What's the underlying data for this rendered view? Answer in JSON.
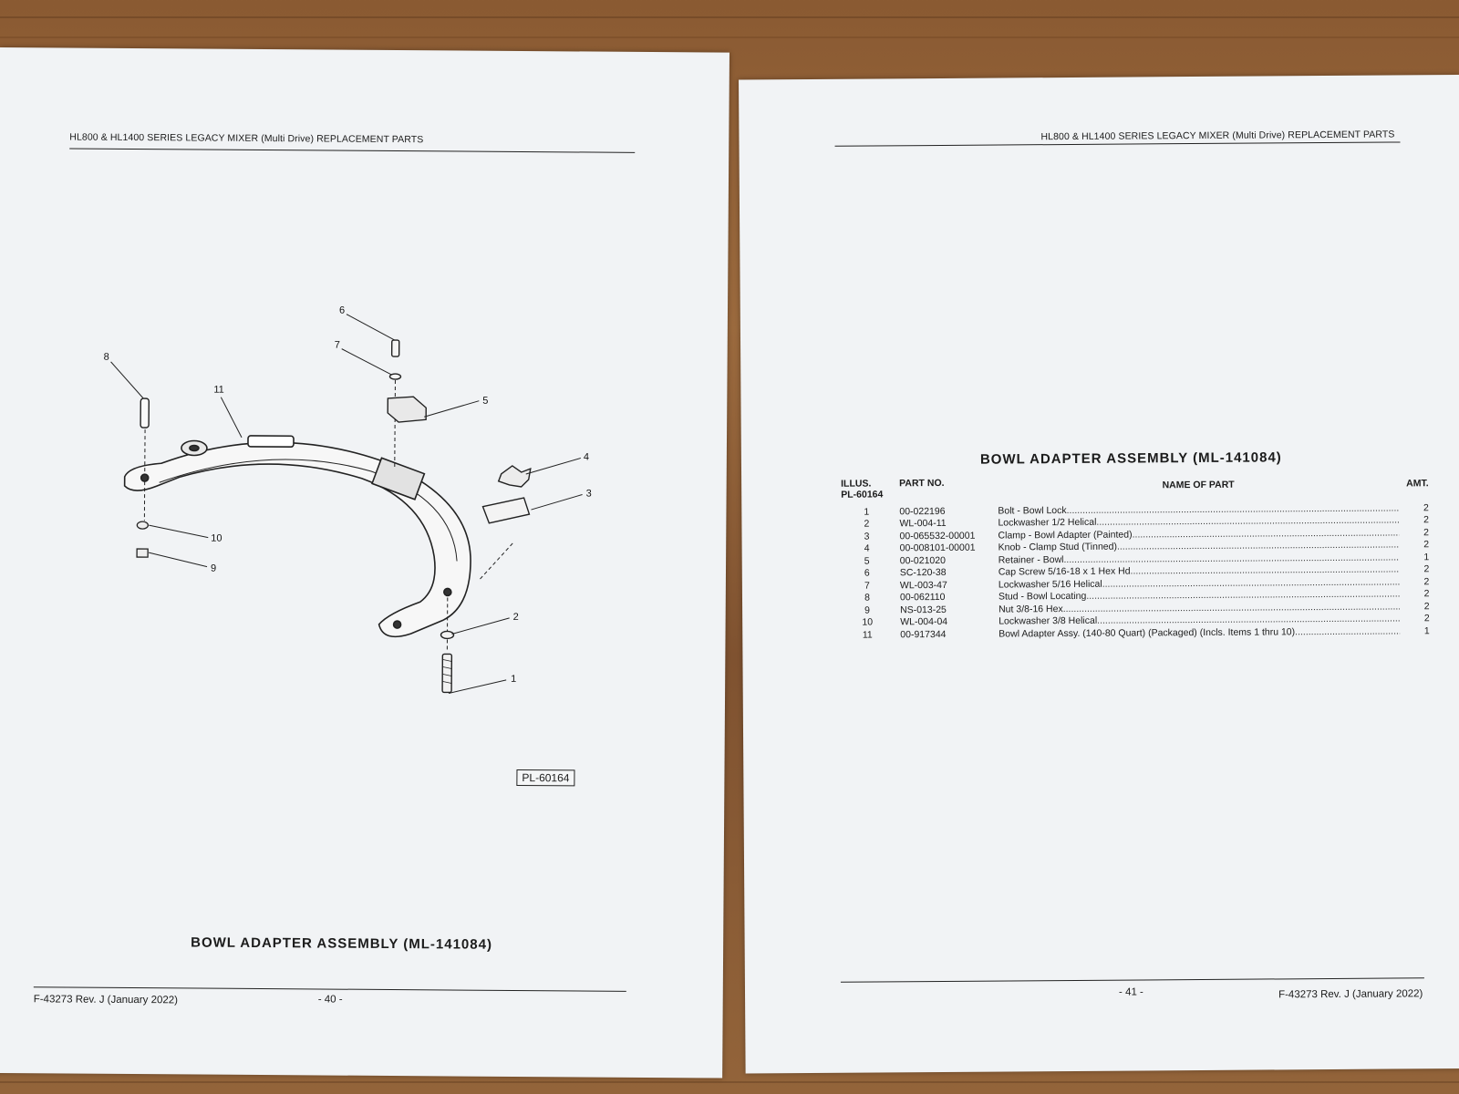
{
  "left_page": {
    "header": "HL800 & HL1400 SERIES LEGACY MIXER (Multi Drive) REPLACEMENT PARTS",
    "callouts": [
      "1",
      "2",
      "3",
      "4",
      "5",
      "6",
      "7",
      "8",
      "9",
      "10",
      "11"
    ],
    "plate_label": "PL-60164",
    "caption": "BOWL ADAPTER ASSEMBLY (ML-141084)",
    "footer_left": "F-43273 Rev. J (January 2022)",
    "footer_page": "- 40 -"
  },
  "right_page": {
    "header": "HL800 & HL1400 SERIES LEGACY MIXER (Multi Drive) REPLACEMENT PARTS",
    "title": "BOWL ADAPTER ASSEMBLY (ML-141084)",
    "columns": {
      "illus_line1": "ILLUS.",
      "illus_line2": "PL-60164",
      "part_no": "PART NO.",
      "name": "NAME OF PART",
      "amt": "AMT."
    },
    "rows": [
      {
        "illus": "1",
        "part": "00-022196",
        "name": "Bolt - Bowl Lock",
        "amt": "2"
      },
      {
        "illus": "2",
        "part": "WL-004-11",
        "name": "Lockwasher 1/2 Helical",
        "amt": "2"
      },
      {
        "illus": "3",
        "part": "00-065532-00001",
        "name": "Clamp - Bowl Adapter (Painted)",
        "amt": "2"
      },
      {
        "illus": "4",
        "part": "00-008101-00001",
        "name": "Knob - Clamp Stud (Tinned)",
        "amt": "2"
      },
      {
        "illus": "5",
        "part": "00-021020",
        "name": "Retainer - Bowl",
        "amt": "1"
      },
      {
        "illus": "6",
        "part": "SC-120-38",
        "name": "Cap Screw 5/16-18 x 1 Hex Hd",
        "amt": "2"
      },
      {
        "illus": "7",
        "part": "WL-003-47",
        "name": "Lockwasher 5/16 Helical",
        "amt": "2"
      },
      {
        "illus": "8",
        "part": "00-062110",
        "name": "Stud - Bowl Locating",
        "amt": "2"
      },
      {
        "illus": "9",
        "part": "NS-013-25",
        "name": "Nut 3/8-16 Hex",
        "amt": "2"
      },
      {
        "illus": "10",
        "part": "WL-004-04",
        "name": "Lockwasher 3/8 Helical",
        "amt": "2"
      },
      {
        "illus": "11",
        "part": "00-917344",
        "name": "Bowl Adapter Assy. (140-80 Quart) (Packaged) (Incls. Items 1 thru 10)",
        "amt": "1"
      }
    ],
    "footer_page": "- 41 -",
    "footer_right": "F-43273 Rev. J (January 2022)"
  }
}
